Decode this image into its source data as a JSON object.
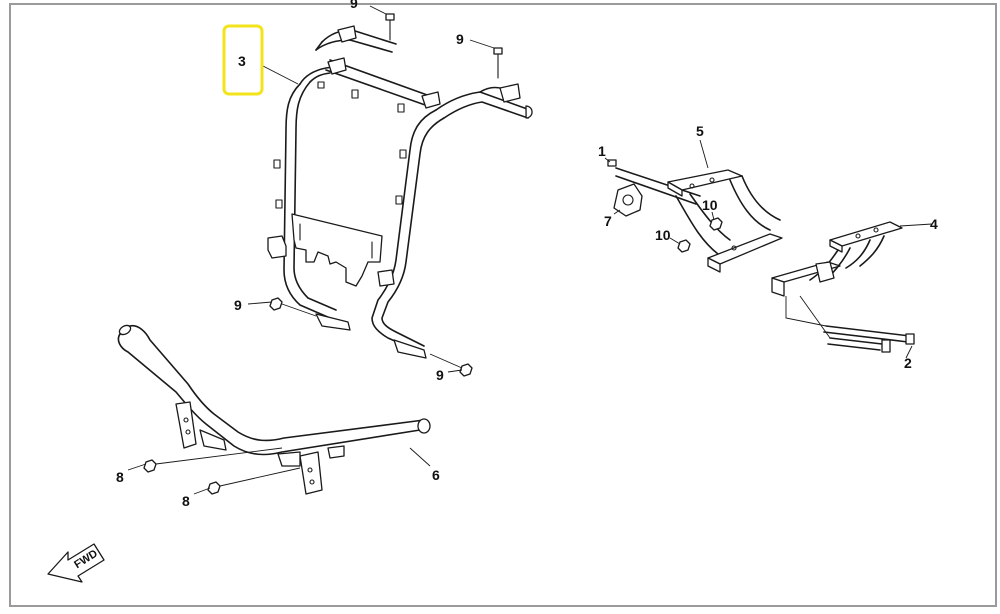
{
  "callouts": {
    "c1": "1",
    "c2": "2",
    "c3": "3",
    "c4": "4",
    "c5": "5",
    "c6": "6",
    "c7": "7",
    "c8a": "8",
    "c8b": "8",
    "c9a": "9",
    "c9b": "9",
    "c9c": "9",
    "c9d": "9",
    "c10a": "10",
    "c10b": "10"
  },
  "direction_indicator": {
    "label": "FWD"
  },
  "highlighted_callout": "3",
  "colors": {
    "highlight": "#f2e31b",
    "line": "#1a1a1a",
    "border": "#9a9a9a"
  }
}
